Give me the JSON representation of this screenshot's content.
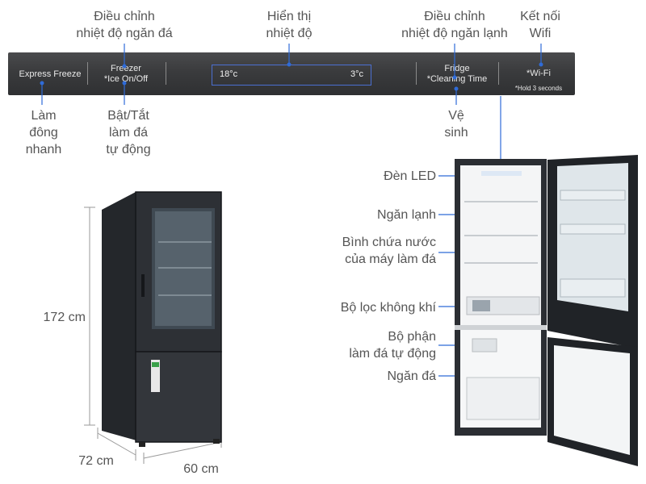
{
  "control_panel": {
    "express_freeze": "Express Freeze",
    "freezer_title": "Freezer",
    "freezer_sub": "*Ice On/Off",
    "temp_left": "18°c",
    "temp_right": "3°c",
    "fridge_title": "Fridge",
    "fridge_sub": "*Cleaning Time",
    "wifi": "*Wi-Fi",
    "hold_note": "*Hold 3 seconds"
  },
  "top_labels": {
    "freezer_temp": [
      "Điều chỉnh",
      "nhiệt độ ngăn đá"
    ],
    "display": [
      "Hiển thị",
      "nhiệt độ"
    ],
    "fridge_temp": [
      "Điều chỉnh",
      "nhiệt độ ngăn lạnh"
    ],
    "wifi": [
      "Kết nối",
      "Wifi"
    ]
  },
  "bottom_labels": {
    "quick_freeze": [
      "Làm",
      "đông",
      "nhanh"
    ],
    "ice_toggle": [
      "Bật/Tắt",
      "làm đá",
      "tự động"
    ],
    "clean": [
      "Vệ",
      "sinh"
    ]
  },
  "dimensions": {
    "height": "172 cm",
    "depth": "72 cm",
    "width": "60 cm"
  },
  "parts": {
    "led": "Đèn LED",
    "fridge_compartment": "Ngăn lạnh",
    "water_tank": [
      "Bình chứa nước",
      "của máy làm đá"
    ],
    "air_filter": "Bộ lọc không khí",
    "ice_maker": [
      "Bộ phận",
      "làm đá tự động"
    ],
    "freezer_compartment": "Ngăn đá"
  },
  "colors": {
    "panel": "#3a3b3d",
    "display_box": "#4b6fd1",
    "leader_line": "#2f6bd8",
    "dim_line": "#999999",
    "fridge_body": "#2b2e33"
  }
}
